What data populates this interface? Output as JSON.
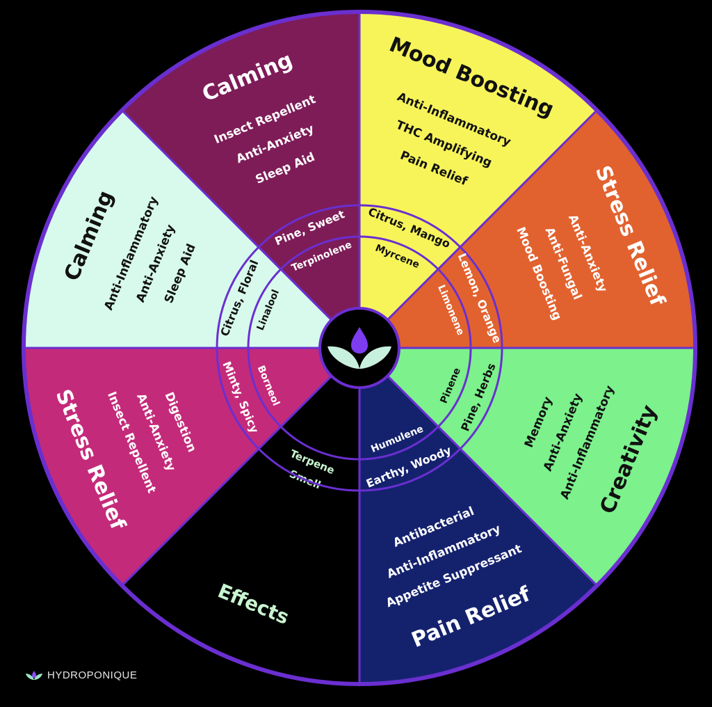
{
  "brand": {
    "name": "HYDROPONIQUE"
  },
  "legend": {
    "effects": "Effects",
    "smell": "Smell",
    "terpene": "Terpene",
    "text_color": "#c8f5d0"
  },
  "segments": [
    {
      "heading": "Mood Boosting",
      "effects": [
        "Anti-Inflammatory",
        "THC Amplifying",
        "Pain Relief"
      ],
      "smell": "Citrus, Mango",
      "terpene": "Myrcene",
      "color": "#f7f45a",
      "text_color": "#111111"
    },
    {
      "heading": "Stress Relief",
      "effects": [
        "Anti-Anxiety",
        "Anti-Fungal",
        "Mood Boosting"
      ],
      "smell": "Lemon, Orange",
      "terpene": "Limonene",
      "color": "#e2622f",
      "text_color": "#ffffff"
    },
    {
      "heading": "Creativity",
      "effects": [
        "Anti-Inflammatory",
        "Anti-Anxiety",
        "Memory"
      ],
      "smell": "Pine, Herbs",
      "terpene": "Pinene",
      "color": "#7cf18c",
      "text_color": "#111111"
    },
    {
      "heading": "Pain Relief",
      "effects": [
        "Appetite Suppressant",
        "Anti-Inflammatory",
        "Antibacterial"
      ],
      "smell": "Earthy, Woody",
      "terpene": "Humulene",
      "color": "#14226e",
      "text_color": "#ffffff"
    },
    {
      "heading": "Stress Relief",
      "effects": [
        "Insect Repellent",
        "Anti-Anxiety",
        "Digestion"
      ],
      "smell": "Minty, Spicy",
      "terpene": "Borneol",
      "color": "#c42a7a",
      "text_color": "#ffffff"
    },
    {
      "heading": "Calming",
      "effects": [
        "Anti-Inflammatory",
        "Anti-Anxiety",
        "Sleep Aid"
      ],
      "smell": "Citrus, Floral",
      "terpene": "Linalool",
      "color": "#d8faec",
      "text_color": "#111111"
    },
    {
      "heading": "Calming",
      "effects": [
        "Insect Repellent",
        "Anti-Anxiety",
        "Sleep Aid"
      ],
      "smell": "Pine, Sweet",
      "terpene": "Terpinolene",
      "color": "#7e1c58",
      "text_color": "#ffffff"
    }
  ],
  "colors": {
    "ring": "#6a2fd0",
    "background": "#000000",
    "center": "#000000",
    "drop": "#7d3cf0",
    "leaf": "#c8f0de"
  }
}
